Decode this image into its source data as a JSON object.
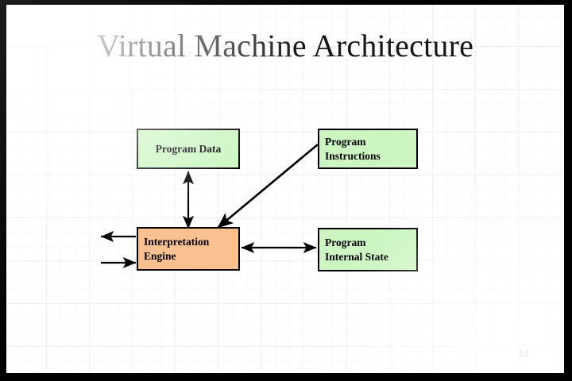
{
  "slide": {
    "title": "Virtual Machine Architecture",
    "page_number": "34",
    "background_color": "#ffffff",
    "frame_color": "#000000"
  },
  "diagram": {
    "type": "block-diagram",
    "nodes": [
      {
        "id": "program-data",
        "label": "Program Data",
        "lines": [
          "Program Data"
        ],
        "fill": "#ccf5c2",
        "stroke": "#000000"
      },
      {
        "id": "program-instructions",
        "label": "Program Instructions",
        "lines": [
          "Program",
          "Instructions"
        ],
        "fill": "#ccf5c2",
        "stroke": "#000000"
      },
      {
        "id": "interpretation-engine",
        "label": "Interpretation Engine",
        "lines": [
          "Interpretation",
          "Engine"
        ],
        "fill": "#fac090",
        "stroke": "#000000"
      },
      {
        "id": "program-internal-state",
        "label": "Program Internal State",
        "lines": [
          "Program",
          "Internal State"
        ],
        "fill": "#ccf5c2",
        "stroke": "#000000"
      }
    ],
    "connectors": [
      {
        "id": "data-engine",
        "from": "program-data",
        "to": "interpretation-engine",
        "heads": "both",
        "orientation": "vertical"
      },
      {
        "id": "instructions-engine",
        "from": "program-instructions",
        "to": "interpretation-engine",
        "heads": "end",
        "orientation": "diagonal"
      },
      {
        "id": "engine-state",
        "from": "interpretation-engine",
        "to": "program-internal-state",
        "heads": "both",
        "orientation": "horizontal"
      },
      {
        "id": "engine-output",
        "from": "interpretation-engine",
        "to": "external-left",
        "heads": "end",
        "orientation": "horizontal"
      },
      {
        "id": "engine-input",
        "from": "external-left",
        "to": "interpretation-engine",
        "heads": "end",
        "orientation": "horizontal"
      }
    ]
  }
}
